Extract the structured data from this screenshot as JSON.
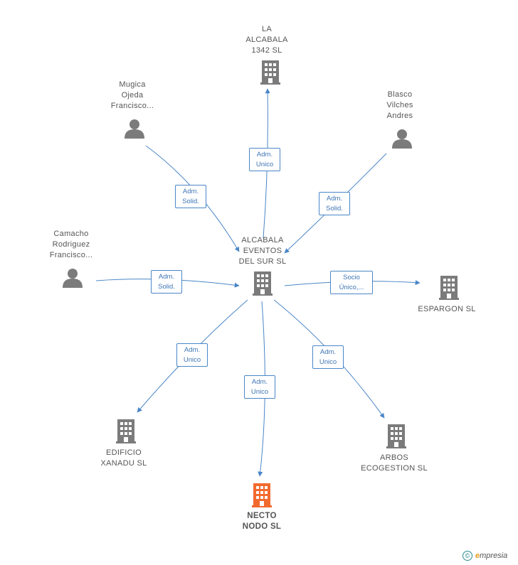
{
  "diagram": {
    "colors": {
      "edge": "#4a86c8",
      "node": "#7b7b7b",
      "focus": "#f26a2e"
    },
    "nodes": [
      {
        "id": "alcabala-eventos",
        "label": "ALCABALA\nEVENTOS\nDEL SUR SL",
        "kind": "company"
      },
      {
        "id": "la-alcabala",
        "label": "LA\nALCABALA\n1342 SL",
        "kind": "company"
      },
      {
        "id": "mugica",
        "label": "Mugica\nOjeda\nFrancisco...",
        "kind": "person"
      },
      {
        "id": "blasco",
        "label": "Blasco\nVilches\nAndres",
        "kind": "person"
      },
      {
        "id": "camacho",
        "label": "Camacho\nRodriguez\nFrancisco...",
        "kind": "person"
      },
      {
        "id": "espargon",
        "label": "ESPARGON SL",
        "kind": "company"
      },
      {
        "id": "edificio",
        "label": "EDIFICIO\nXANADU SL",
        "kind": "company"
      },
      {
        "id": "necto",
        "label": "NECTO\nNODO SL",
        "kind": "company",
        "focus": true
      },
      {
        "id": "arbos",
        "label": "ARBOS\nECOGESTION SL",
        "kind": "company"
      }
    ],
    "edges": [
      {
        "id": "e-la-alcabala",
        "label": "Adm.\nUnico"
      },
      {
        "id": "e-mugica",
        "label": "Adm.\nSolid."
      },
      {
        "id": "e-blasco",
        "label": "Adm.\nSolid."
      },
      {
        "id": "e-camacho",
        "label": "Adm.\nSolid."
      },
      {
        "id": "e-espargon",
        "label": "Socio\nÚnico,..."
      },
      {
        "id": "e-edificio",
        "label": "Adm.\nUnico"
      },
      {
        "id": "e-necto",
        "label": "Adm.\nUnico"
      },
      {
        "id": "e-arbos",
        "label": "Adm.\nUnico"
      }
    ]
  },
  "footer": {
    "copyright_symbol": "©",
    "brand_initial": "e",
    "brand_rest": "mpresia"
  }
}
